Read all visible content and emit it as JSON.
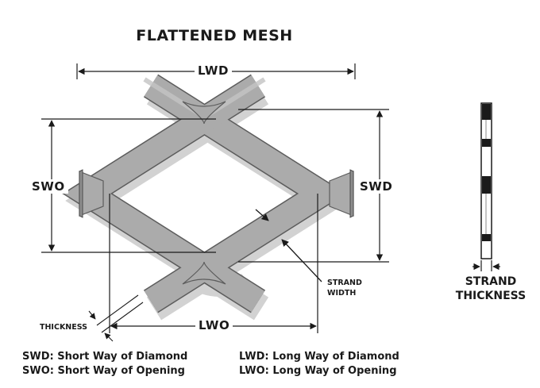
{
  "title": "FLATTENED MESH",
  "labels": {
    "lwd": "LWD",
    "lwo": "LWO",
    "swo": "SWO",
    "swd": "SWD",
    "strand_width_line1": "STRAND",
    "strand_width_line2": "WIDTH",
    "thickness": "THICKNESS",
    "strand_thickness_line1": "STRAND",
    "strand_thickness_line2": "THICKNESS"
  },
  "legend": [
    "SWD: Short Way of Diamond",
    "SWO: Short Way of Opening",
    "LWD: Long Way of Diamond",
    "LWO: Long Way of Opening"
  ],
  "colors": {
    "strand_fill": "#a9a9a9",
    "strand_edge": "#5e5e5e",
    "shadow": "#cfcfcf",
    "line": "#1a1a1a"
  }
}
